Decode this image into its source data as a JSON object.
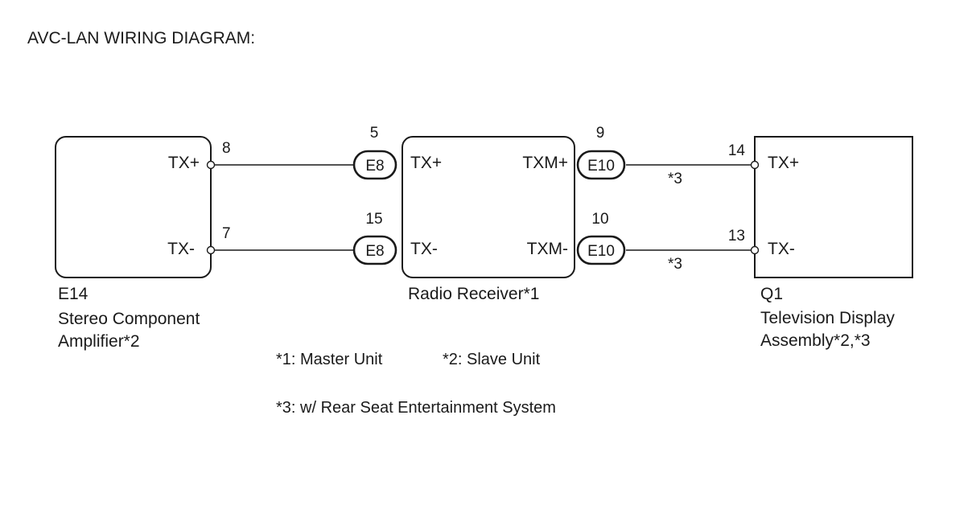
{
  "title": "AVC-LAN WIRING DIAGRAM:",
  "components": {
    "amplifier": {
      "code": "E14",
      "name_line1": "Stereo Component",
      "name_line2": "Amplifier*2",
      "pin_txp_label": "TX+",
      "pin_txn_label": "TX-",
      "pin_txp_num": "8",
      "pin_txn_num": "7"
    },
    "receiver": {
      "name": "Radio Receiver*1",
      "left_txp_label": "TX+",
      "left_txn_label": "TX-",
      "right_txp_label": "TXM+",
      "right_txn_label": "TXM-",
      "left_txp_num": "5",
      "left_txn_num": "15",
      "right_txp_num": "9",
      "right_txn_num": "10"
    },
    "television": {
      "code": "Q1",
      "name_line1": "Television Display",
      "name_line2": "Assembly*2,*3",
      "pin_txp_label": "TX+",
      "pin_txn_label": "TX-",
      "pin_txp_num": "14",
      "pin_txn_num": "13"
    }
  },
  "connectors": {
    "left_top": "E8",
    "left_bottom": "E8",
    "right_top": "E10",
    "right_bottom": "E10"
  },
  "wire_notes": {
    "top": "*3",
    "bottom": "*3"
  },
  "notes": {
    "note1": "*1: Master Unit",
    "note2": "*2: Slave Unit",
    "note3": "*3: w/ Rear Seat Entertainment System"
  }
}
